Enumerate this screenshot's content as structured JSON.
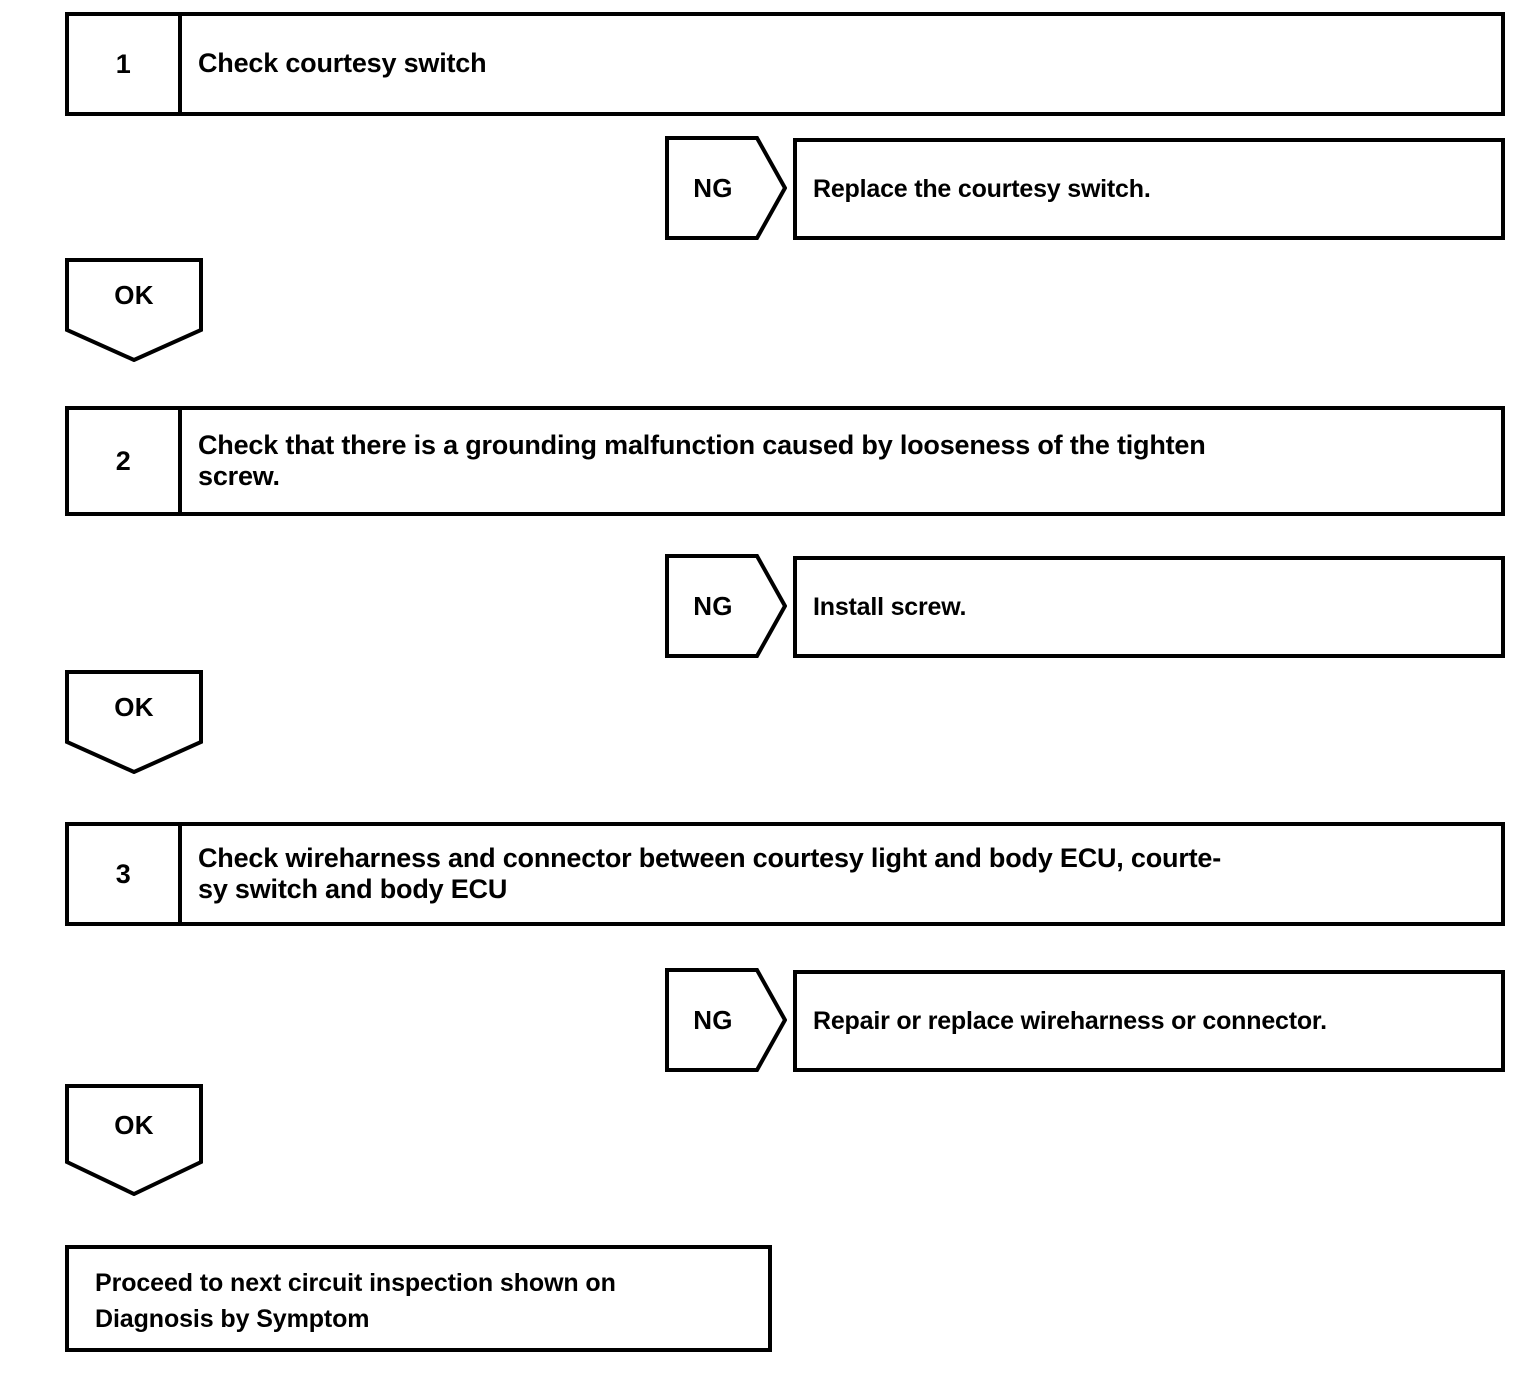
{
  "diagram": {
    "type": "troubleshooting-flowchart",
    "colors": {
      "line": "#000000",
      "background": "#ffffff",
      "text": "#000000"
    },
    "steps": [
      {
        "number": "1",
        "text_lines": [
          "Check courtesy switch"
        ],
        "fail_label": "NG",
        "fail_action": "Replace the courtesy switch.",
        "pass_label": "OK"
      },
      {
        "number": "2",
        "text_lines": [
          "Check that there is a grounding malfunction caused by looseness of the tighten",
          "screw."
        ],
        "fail_label": "NG",
        "fail_action": "Install screw.",
        "pass_label": "OK"
      },
      {
        "number": "3",
        "text_lines": [
          "Check wireharness and connector between courtesy light and body ECU, courte-",
          "sy switch and body ECU"
        ],
        "fail_label": "NG",
        "fail_action": "Repair or replace wireharness or connector.",
        "pass_label": "OK"
      }
    ],
    "terminal": {
      "text_lines": [
        "Proceed to next circuit inspection shown on",
        "Diagnosis by Symptom"
      ]
    }
  }
}
